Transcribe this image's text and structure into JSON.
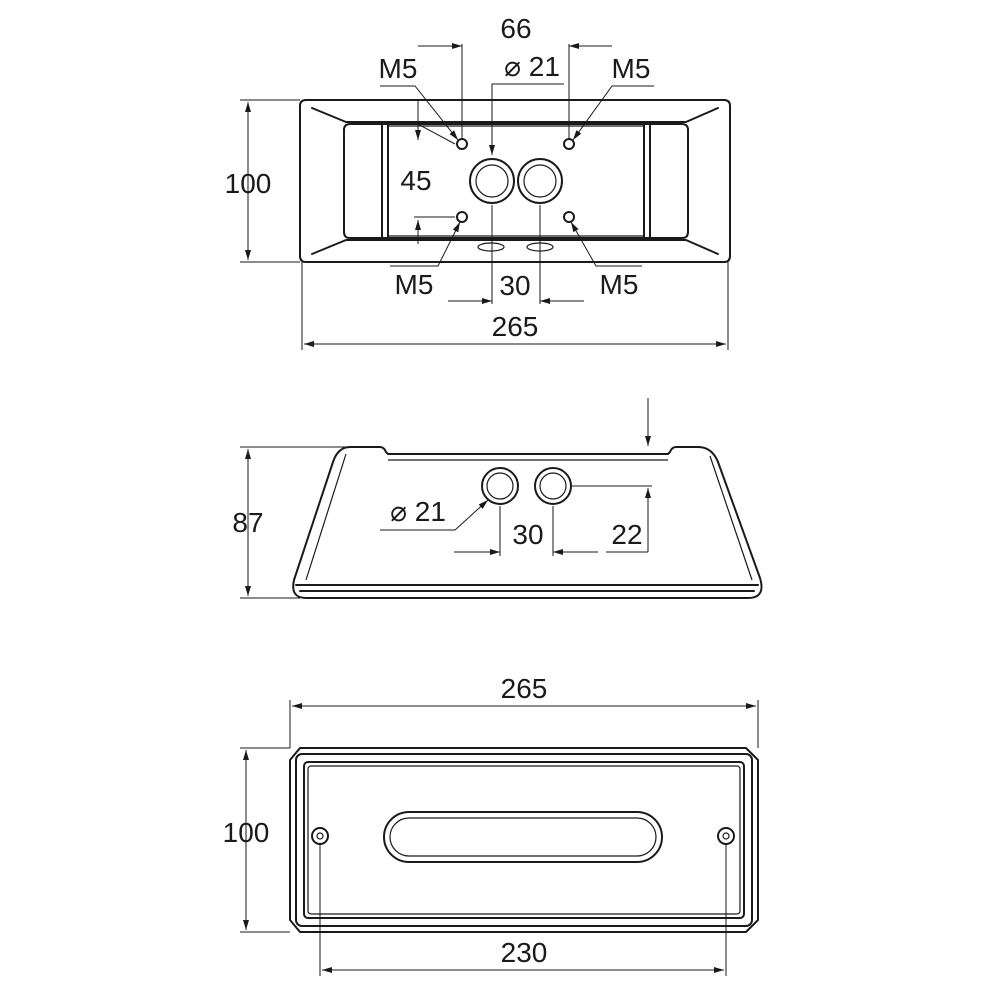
{
  "top_view": {
    "width_total": "265",
    "height_total": "100",
    "hole_spacing_top": "66",
    "hole_diameter": "⌀ 21",
    "vertical_hole_spacing": "45",
    "center_spacing": "30",
    "thread_top_left": "M5",
    "thread_top_right": "M5",
    "thread_bottom_left": "M5",
    "thread_bottom_right": "M5"
  },
  "front_view": {
    "height_total": "87",
    "hole_diameter": "⌀ 21",
    "center_spacing": "30",
    "hole_height": "22"
  },
  "bottom_view": {
    "width_total": "265",
    "height_total": "100",
    "screw_spacing": "230"
  }
}
